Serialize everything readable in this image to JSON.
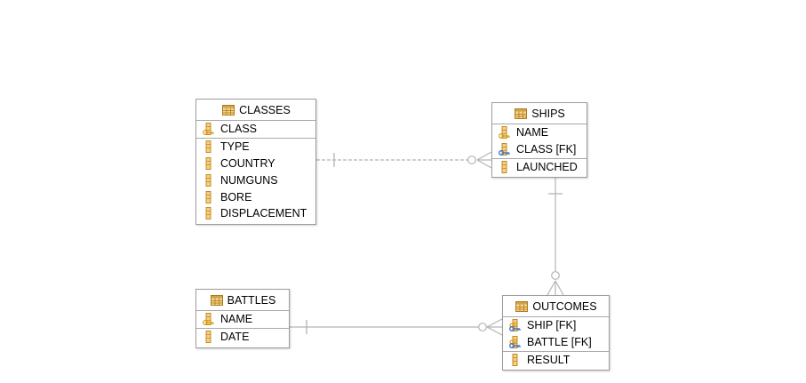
{
  "diagram": {
    "tables": [
      {
        "id": "classes",
        "name": "CLASSES",
        "key_columns": [
          {
            "name": "CLASS",
            "kind": "pk"
          }
        ],
        "columns": [
          {
            "name": "TYPE",
            "kind": "column"
          },
          {
            "name": "COUNTRY",
            "kind": "column"
          },
          {
            "name": "NUMGUNS",
            "kind": "column"
          },
          {
            "name": "BORE",
            "kind": "column"
          },
          {
            "name": "DISPLACEMENT",
            "kind": "column"
          }
        ]
      },
      {
        "id": "ships",
        "name": "SHIPS",
        "key_columns": [
          {
            "name": "NAME",
            "kind": "pk"
          },
          {
            "name": "CLASS [FK]",
            "kind": "fk-blue"
          }
        ],
        "columns": [
          {
            "name": "LAUNCHED",
            "kind": "column"
          }
        ]
      },
      {
        "id": "battles",
        "name": "BATTLES",
        "key_columns": [
          {
            "name": "NAME",
            "kind": "pk"
          }
        ],
        "columns": [
          {
            "name": "DATE",
            "kind": "column"
          }
        ]
      },
      {
        "id": "outcomes",
        "name": "OUTCOMES",
        "key_columns": [
          {
            "name": "SHIP [FK]",
            "kind": "pfk"
          },
          {
            "name": "BATTLE [FK]",
            "kind": "pfk"
          }
        ],
        "columns": [
          {
            "name": "RESULT",
            "kind": "column"
          }
        ]
      }
    ],
    "relationships": [
      {
        "from": "classes",
        "to": "ships",
        "from_card": "one",
        "to_card": "zero-or-many",
        "style": "dashed"
      },
      {
        "from": "ships",
        "to": "outcomes",
        "from_card": "one",
        "to_card": "zero-or-many",
        "style": "solid"
      },
      {
        "from": "battles",
        "to": "outcomes",
        "from_card": "one",
        "to_card": "zero-or-many",
        "style": "solid"
      }
    ],
    "colors": {
      "border": "#9c9c9c",
      "connector": "#b4b4b4",
      "table_icon_fill": "#f5d48a",
      "table_icon_grid": "#b07a1a",
      "column_icon": "#c98a1e",
      "key_gold": "#d9a21c",
      "key_blue": "#2f6bd6"
    }
  }
}
